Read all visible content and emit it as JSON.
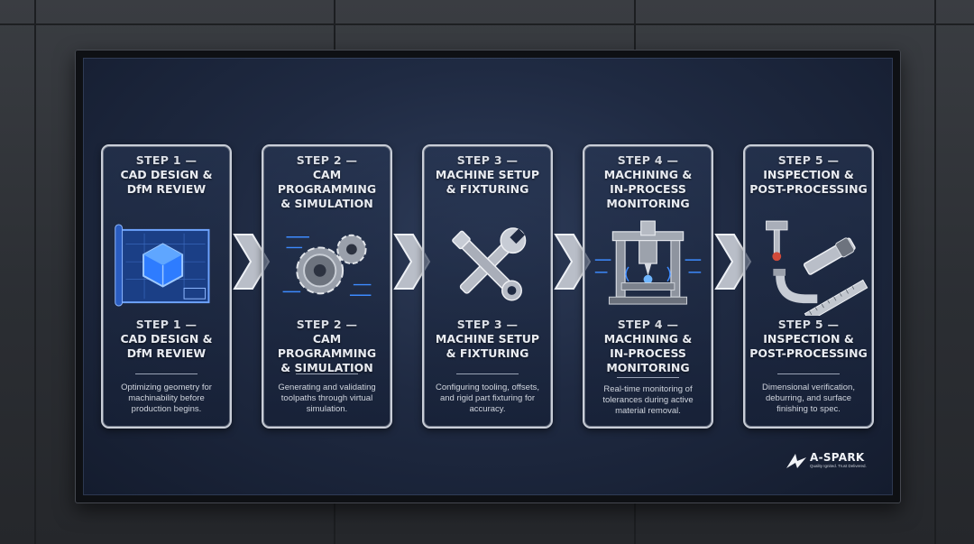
{
  "steps": [
    {
      "label": "STEP 1 —",
      "title_l1": "CAD DESIGN &",
      "title_l2": "DfM REVIEW",
      "title_l3": "",
      "icon": "cad-blueprint-icon",
      "desc_l1": "Optimizing geometry for",
      "desc_l2": "machinability before",
      "desc_l3": "production begins."
    },
    {
      "label": "STEP 2 —",
      "title_l1": "CAM PROGRAMMING",
      "title_l2": "& SIMULATION",
      "title_l3": "",
      "icon": "gears-code-icon",
      "desc_l1": "Generating and validating",
      "desc_l2": "toolpaths through virtual",
      "desc_l3": "simulation."
    },
    {
      "label": "STEP 3 —",
      "title_l1": "MACHINE SETUP",
      "title_l2": "& FIXTURING",
      "title_l3": "",
      "icon": "wrenches-icon",
      "desc_l1": "Configuring tooling, offsets,",
      "desc_l2": "and rigid part fixturing for",
      "desc_l3": "accuracy."
    },
    {
      "label": "STEP 4 —",
      "title_l1": "MACHINING &",
      "title_l2": "IN-PROCESS",
      "title_l3": "MONITORING",
      "icon": "cnc-machine-icon",
      "desc_l1": "Real-time monitoring of",
      "desc_l2": "tolerances during active",
      "desc_l3": "material removal."
    },
    {
      "label": "STEP 5 —",
      "title_l1": "INSPECTION &",
      "title_l2": "POST-PROCESSING",
      "title_l3": "",
      "icon": "micrometer-icon",
      "desc_l1": "Dimensional verification,",
      "desc_l2": "deburring, and surface",
      "desc_l3": "finishing to spec."
    }
  ],
  "logo": {
    "name": "A-SPARK",
    "tagline": "Quality Ignited. Trust Delivered."
  },
  "colors": {
    "screen_bg": "#1f2a42",
    "card_border": "#c9ced8",
    "accent_blue": "#3d8bff",
    "metal": "#b9bec8"
  }
}
